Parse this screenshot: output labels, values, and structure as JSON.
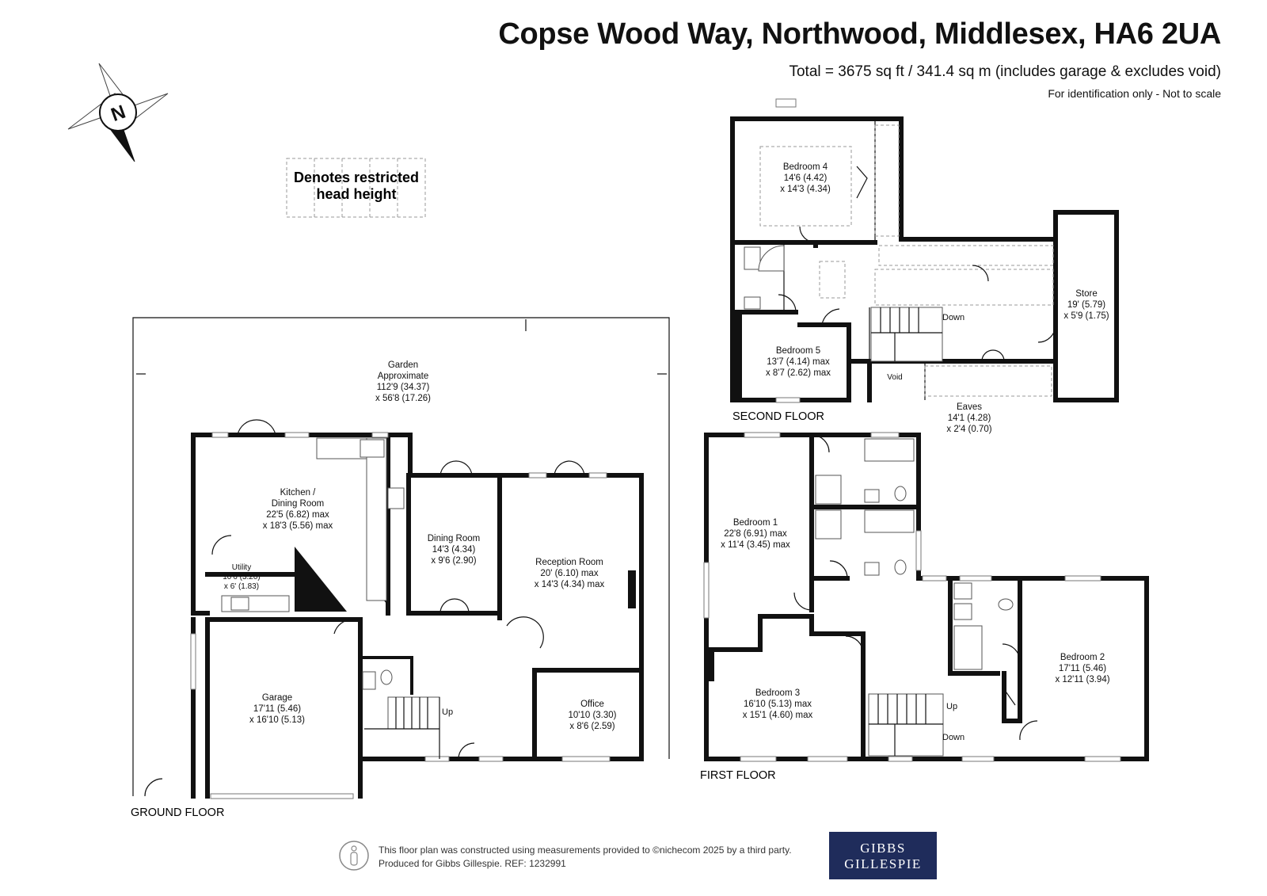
{
  "header": {
    "title": "Copse Wood Way, Northwood, Middlesex, HA6 2UA",
    "total": "Total = 3675 sq ft / 341.4 sq m (includes garage & excludes void)",
    "note": "For identification only - Not to scale"
  },
  "compass": {
    "letter": "N"
  },
  "legend": {
    "line1": "Denotes restricted",
    "line2": "head height"
  },
  "floors": {
    "ground": "GROUND FLOOR",
    "first": "FIRST FLOOR",
    "second": "SECOND FLOOR"
  },
  "rooms": {
    "garden": [
      "Garden",
      "Approximate",
      "112'9 (34.37)",
      "x 56'8 (17.26)"
    ],
    "kitchen": [
      "Kitchen /",
      "Dining Room",
      "22'5 (6.82) max",
      "x 18'3 (5.56) max"
    ],
    "dining": [
      "Dining Room",
      "14'3 (4.34)",
      "x 9'6 (2.90)"
    ],
    "reception": [
      "Reception Room",
      "20' (6.10) max",
      "x 14'3 (4.34) max"
    ],
    "utility": [
      "Utility",
      "10'6 (3.20)",
      "x 6' (1.83)"
    ],
    "garage": [
      "Garage",
      "17'11 (5.46)",
      "x 16'10 (5.13)"
    ],
    "office": [
      "Office",
      "10'10 (3.30)",
      "x 8'6 (2.59)"
    ],
    "bedroom1": [
      "Bedroom 1",
      "22'8 (6.91) max",
      "x 11'4 (3.45) max"
    ],
    "bedroom2": [
      "Bedroom 2",
      "17'11 (5.46)",
      "x 12'11 (3.94)"
    ],
    "bedroom3": [
      "Bedroom 3",
      "16'10 (5.13) max",
      "x 15'1 (4.60) max"
    ],
    "bedroom4": [
      "Bedroom 4",
      "14'6 (4.42)",
      "x 14'3 (4.34)"
    ],
    "bedroom5": [
      "Bedroom 5",
      "13'7 (4.14) max",
      "x 8'7 (2.62) max"
    ],
    "store": [
      "Store",
      "19' (5.79)",
      "x 5'9 (1.75)"
    ],
    "eaves": [
      "Eaves",
      "14'1 (4.28)",
      "x 2'4 (0.70)"
    ],
    "void": [
      "Void"
    ]
  },
  "stairs": {
    "ground_up": "Up",
    "first_up": "Up",
    "first_down": "Down",
    "second_down": "Down"
  },
  "footer": {
    "line1": "This floor plan was constructed using measurements provided to ©nichecom 2025 by a third party.",
    "line2": "Produced for  Gibbs Gillespie.   REF: 1232991",
    "logo_line1": "GIBBS",
    "logo_line2": "GILLESPIE",
    "logo_color": "#1f2c5b"
  }
}
